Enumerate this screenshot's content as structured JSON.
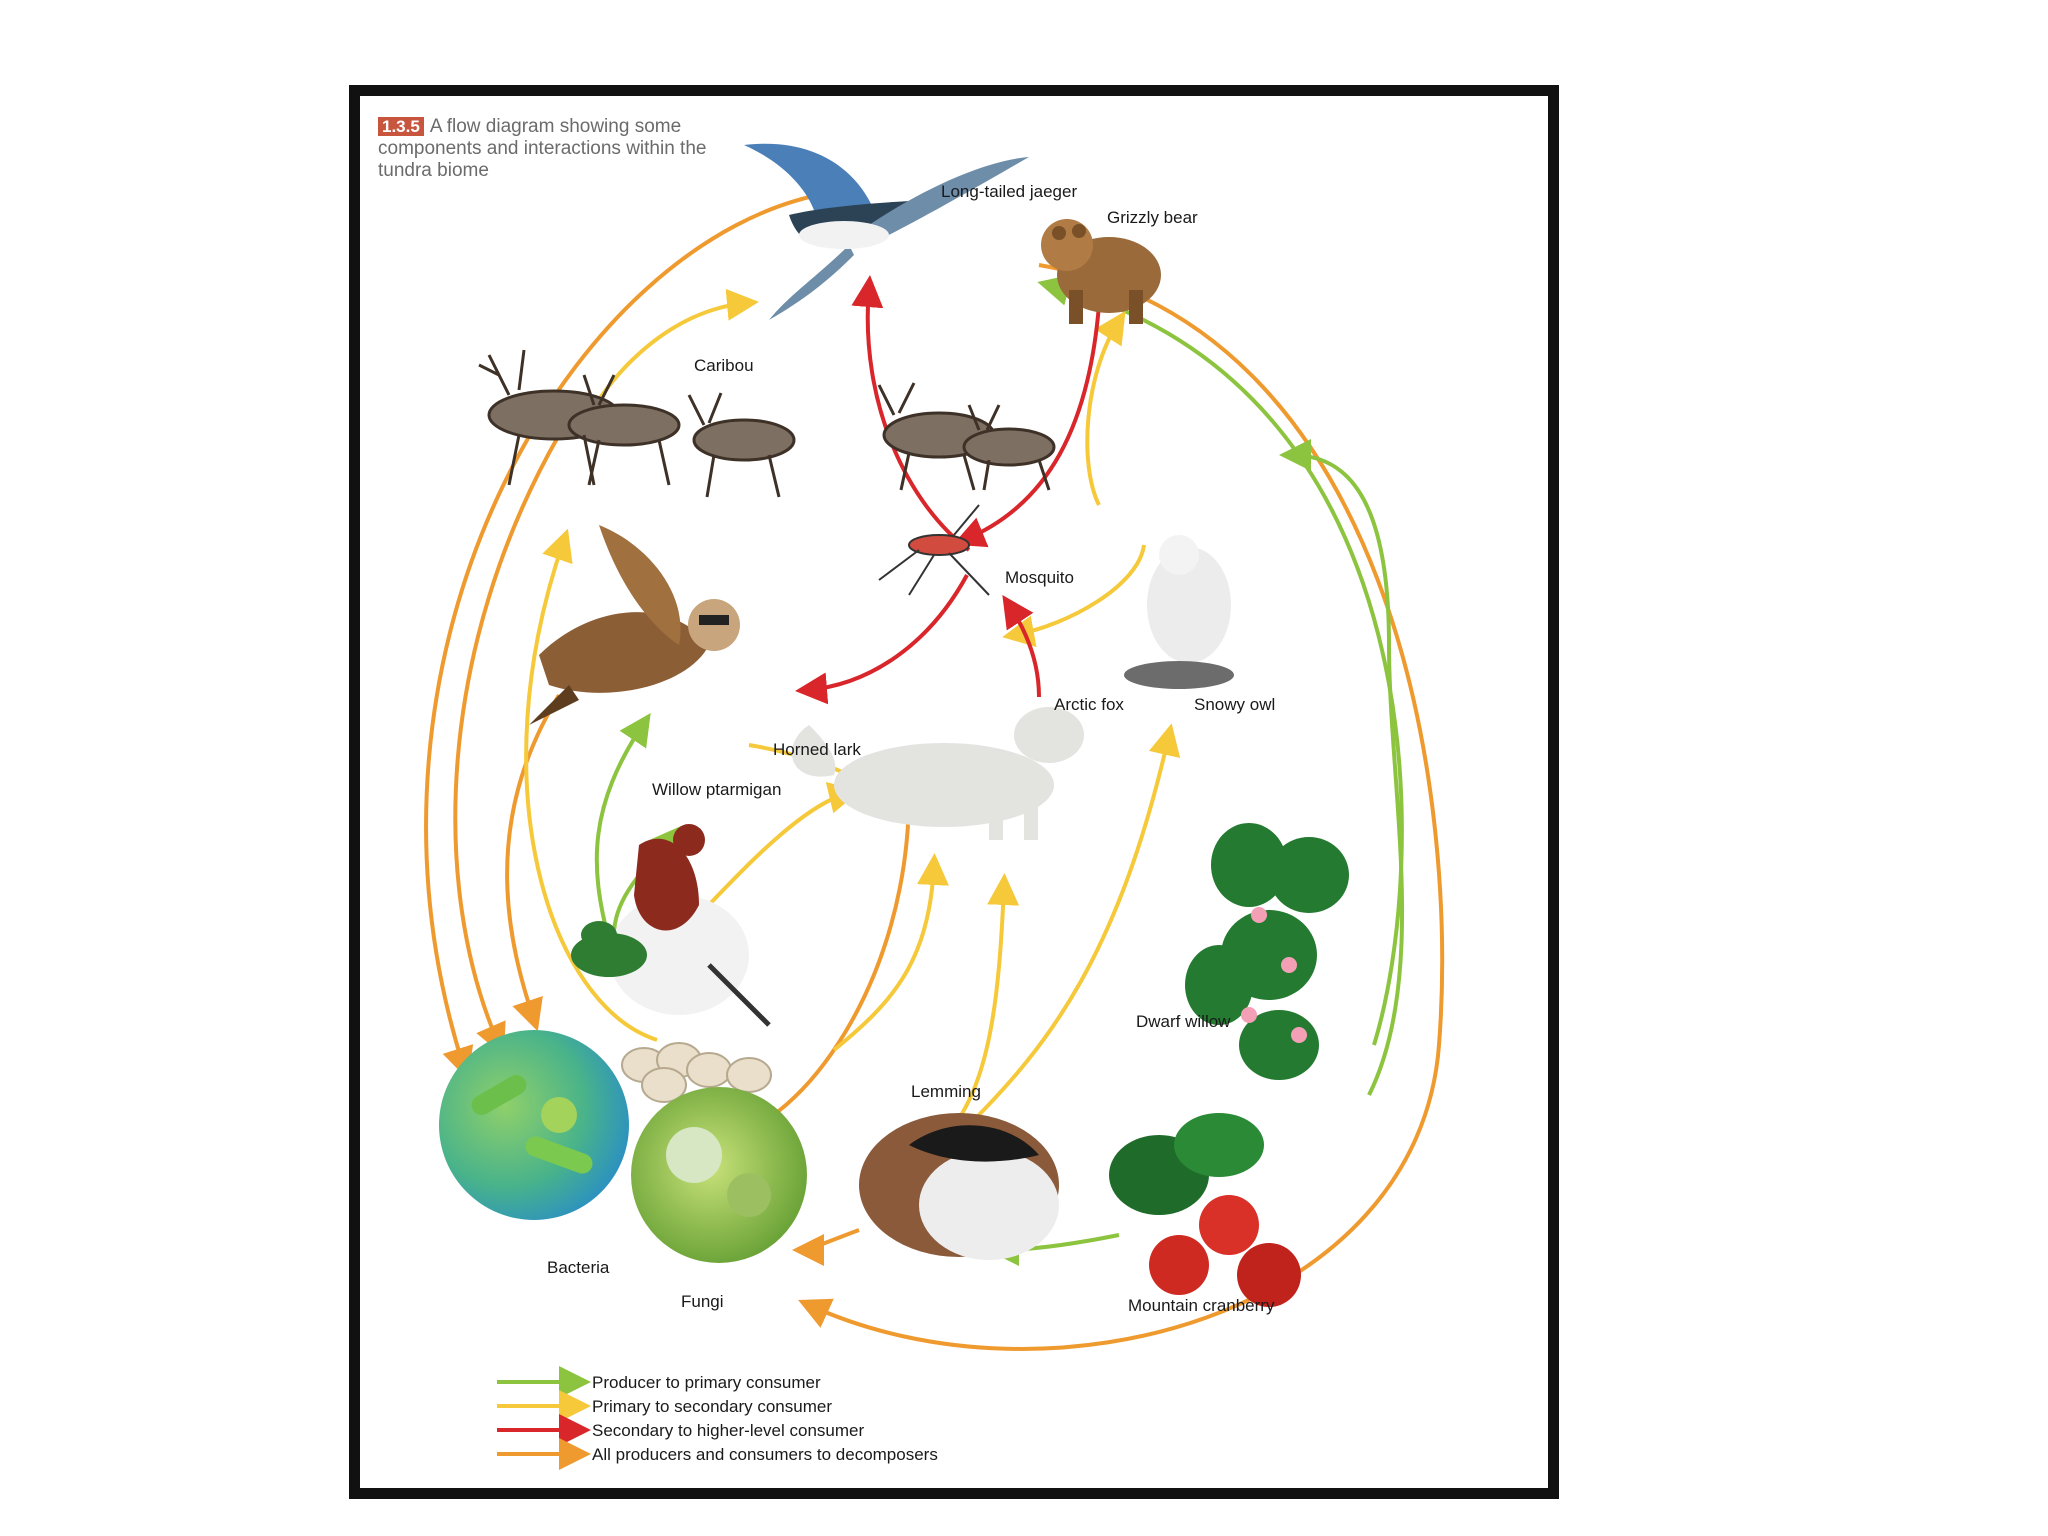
{
  "caption": {
    "figure_number": "1.3.5",
    "text": "A flow diagram showing some components and interactions within the tundra biome"
  },
  "colors": {
    "producer_to_primary": "#8cc43f",
    "primary_to_secondary": "#f5c93a",
    "secondary_to_higher": "#d9262b",
    "to_decomposers": "#ef9a2f"
  },
  "organisms": {
    "jaeger": "Long-tailed jaeger",
    "grizzly": "Grizzly bear",
    "caribou": "Caribou",
    "mosquito": "Mosquito",
    "horned_lark": "Horned lark",
    "arctic_fox": "Arctic fox",
    "snowy_owl": "Snowy owl",
    "willow_ptarmigan": "Willow ptarmigan",
    "dwarf_willow": "Dwarf willow",
    "lemming": "Lemming",
    "bacteria": "Bacteria",
    "fungi": "Fungi",
    "cranberry": "Mountain cranberry"
  },
  "legend": [
    {
      "label": "Producer to primary consumer",
      "color": "#8cc43f"
    },
    {
      "label": "Primary to secondary consumer",
      "color": "#f5c93a"
    },
    {
      "label": "Secondary to higher-level consumer",
      "color": "#d9262b"
    },
    {
      "label": "All producers and consumers to decomposers",
      "color": "#ef9a2f"
    }
  ]
}
